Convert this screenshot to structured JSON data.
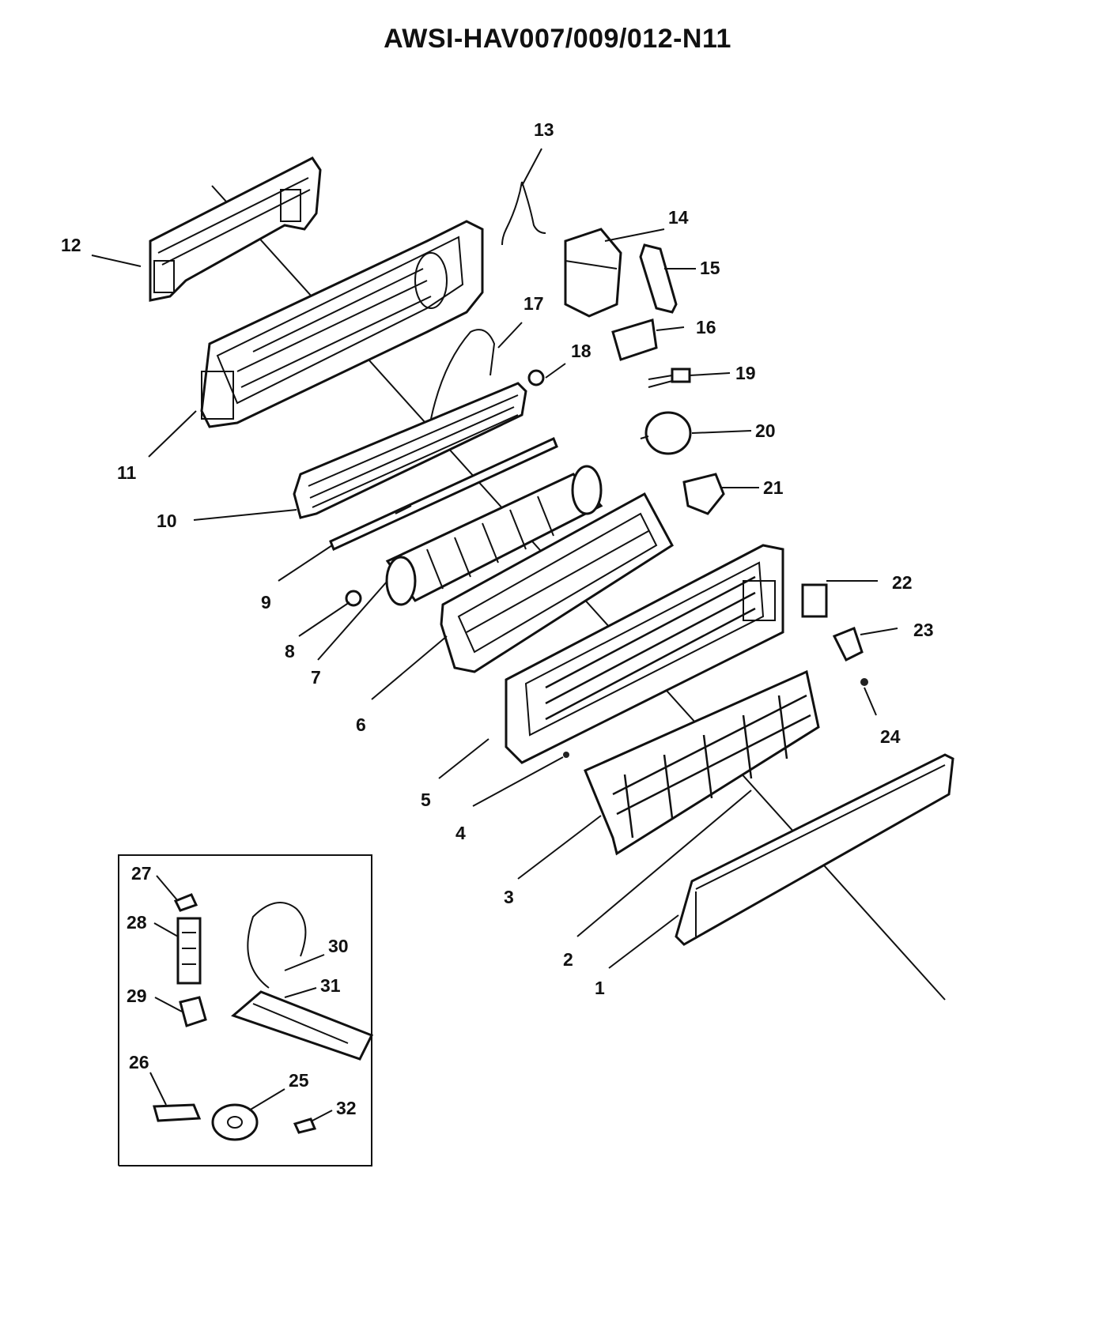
{
  "title": "AWSI-HAV007/009/012-N11",
  "parts": [
    {
      "num": "1"
    },
    {
      "num": "2"
    },
    {
      "num": "3"
    },
    {
      "num": "4"
    },
    {
      "num": "5"
    },
    {
      "num": "6"
    },
    {
      "num": "7"
    },
    {
      "num": "8"
    },
    {
      "num": "9"
    },
    {
      "num": "10"
    },
    {
      "num": "11"
    },
    {
      "num": "12"
    },
    {
      "num": "13"
    },
    {
      "num": "14"
    },
    {
      "num": "15"
    },
    {
      "num": "16"
    },
    {
      "num": "17"
    },
    {
      "num": "18"
    },
    {
      "num": "19"
    },
    {
      "num": "20"
    },
    {
      "num": "21"
    },
    {
      "num": "22"
    },
    {
      "num": "23"
    },
    {
      "num": "24"
    },
    {
      "num": "25"
    },
    {
      "num": "26"
    },
    {
      "num": "27"
    },
    {
      "num": "28"
    },
    {
      "num": "29"
    },
    {
      "num": "30"
    },
    {
      "num": "31"
    },
    {
      "num": "32"
    }
  ]
}
